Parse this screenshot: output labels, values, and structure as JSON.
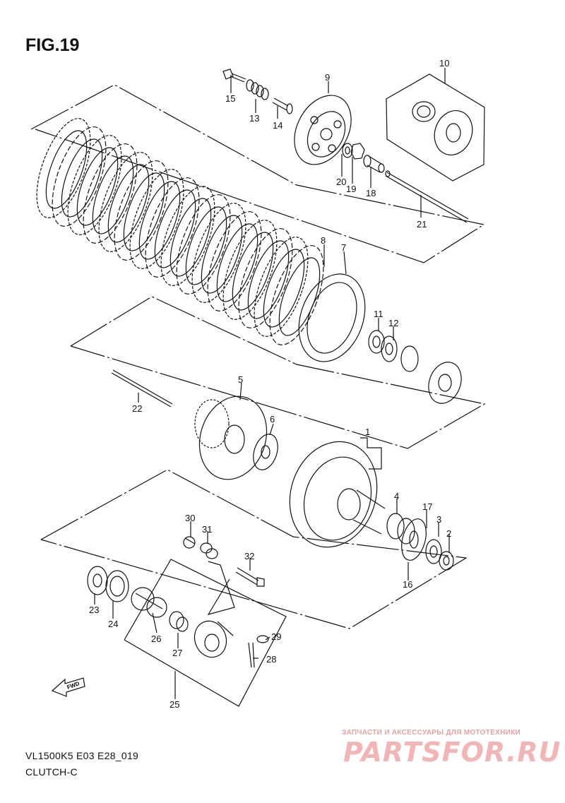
{
  "figure": {
    "title": "FIG.19",
    "model_code": "VL1500K5 E03 E28_019",
    "section": "CLUTCH-C",
    "fwd_label": "FWD"
  },
  "watermark": {
    "tagline": "ЗАПЧАСТИ И АКСЕССУАРЫ ДЛЯ МОТОТЕХНИКИ",
    "brand": "PARTSFOR.RU"
  },
  "parts": [
    {
      "id": "1",
      "label": "1"
    },
    {
      "id": "2",
      "label": "2"
    },
    {
      "id": "3",
      "label": "3"
    },
    {
      "id": "4",
      "label": "4"
    },
    {
      "id": "5",
      "label": "5"
    },
    {
      "id": "6",
      "label": "6"
    },
    {
      "id": "7",
      "label": "7"
    },
    {
      "id": "8",
      "label": "8"
    },
    {
      "id": "9",
      "label": "9"
    },
    {
      "id": "10",
      "label": "10"
    },
    {
      "id": "11",
      "label": "11"
    },
    {
      "id": "12",
      "label": "12"
    },
    {
      "id": "13",
      "label": "13"
    },
    {
      "id": "14",
      "label": "14"
    },
    {
      "id": "15",
      "label": "15"
    },
    {
      "id": "16",
      "label": "16"
    },
    {
      "id": "17",
      "label": "17"
    },
    {
      "id": "18",
      "label": "18"
    },
    {
      "id": "19",
      "label": "19"
    },
    {
      "id": "20",
      "label": "20"
    },
    {
      "id": "21",
      "label": "21"
    },
    {
      "id": "22",
      "label": "22"
    },
    {
      "id": "23",
      "label": "23"
    },
    {
      "id": "24",
      "label": "24"
    },
    {
      "id": "25",
      "label": "25"
    },
    {
      "id": "26",
      "label": "26"
    },
    {
      "id": "27",
      "label": "27"
    },
    {
      "id": "28",
      "label": "28"
    },
    {
      "id": "29",
      "label": "29"
    },
    {
      "id": "30",
      "label": "30"
    },
    {
      "id": "31",
      "label": "31"
    },
    {
      "id": "32",
      "label": "32"
    }
  ]
}
